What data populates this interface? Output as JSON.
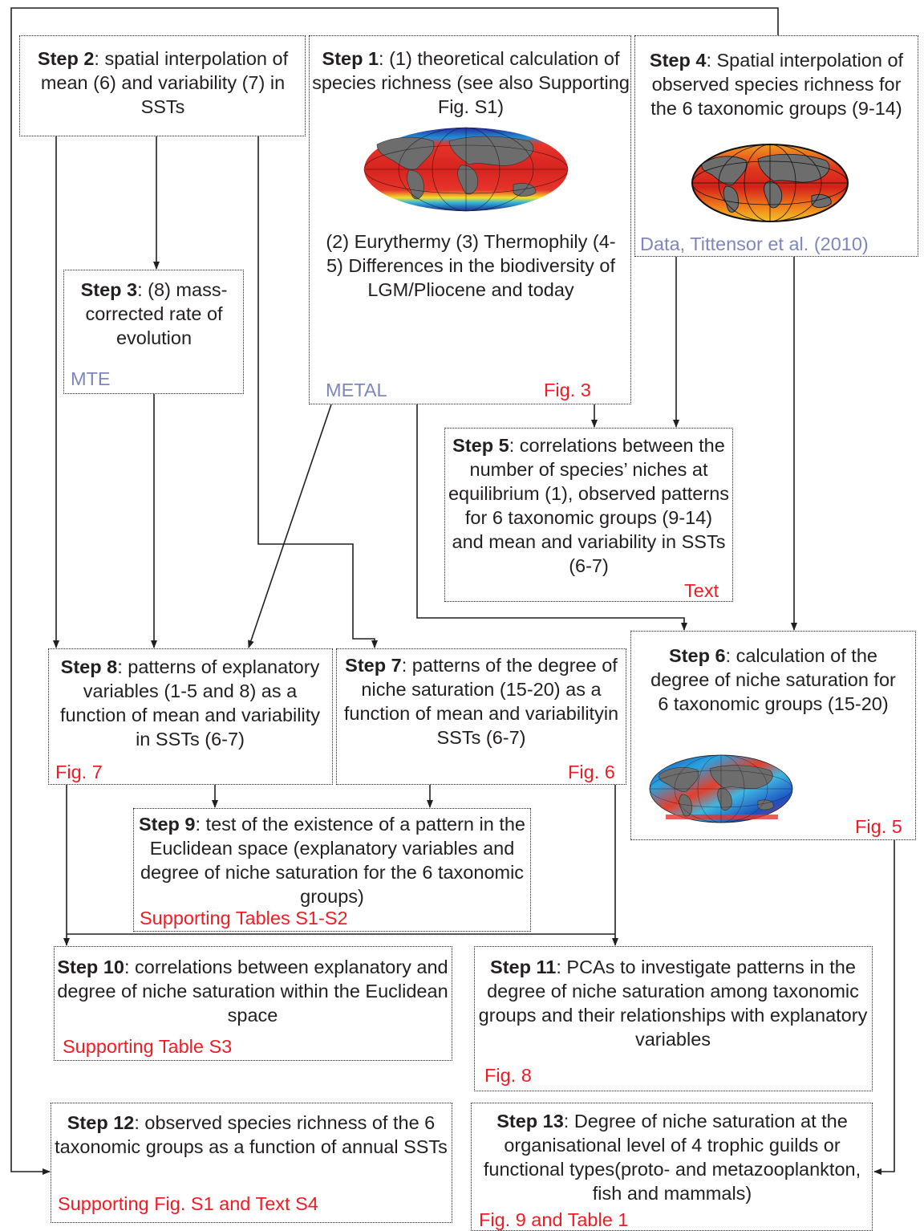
{
  "steps": {
    "s1": {
      "head": "Step 1",
      "body": ": (1) theoretical calculation of species richness (see also Supporting Fig. S1)",
      "body2": "(2) Eurythermy (3) Thermophily (4-5) Differences in the biodiversity of LGM/Pliocene and today",
      "src": "METAL",
      "fig": "Fig. 3"
    },
    "s2": {
      "head": "Step 2",
      "body": ": spatial interpolation of mean (6) and variability (7) in SSTs"
    },
    "s3": {
      "head": "Step 3",
      "body": ": (8) mass-corrected rate of evolution",
      "src": "MTE"
    },
    "s4": {
      "head": "Step 4",
      "body": ": Spatial interpolation of observed species richness for the 6 taxonomic groups (9-14)",
      "src": "Data, Tittensor et al. (2010)"
    },
    "s5": {
      "head": "Step 5",
      "body": ": correlations between the number of species’ niches at equilibrium (1), observed patterns for 6 taxonomic groups (9-14) and mean and variability in SSTs (6-7)",
      "fig": "Text"
    },
    "s6": {
      "head": "Step 6",
      "body": ": calculation of the degree of niche saturation for 6 taxonomic groups (15-20)",
      "fig": "Fig. 5"
    },
    "s7": {
      "head": "Step 7",
      "body": ": patterns of the degree of niche saturation (15-20) as a function of mean and variabilityin SSTs (6-7)",
      "fig": "Fig. 6"
    },
    "s8": {
      "head": "Step 8",
      "body": ": patterns of explanatory variables (1-5 and 8) as a function of mean and variability in SSTs (6-7)",
      "fig": "Fig. 7"
    },
    "s9": {
      "head": "Step 9",
      "body": ": test of the existence of a pattern in the Euclidean space (explanatory variables and degree of niche saturation for the 6 taxonomic groups)",
      "fig": "Supporting Tables S1-S2"
    },
    "s10": {
      "head": "Step 10",
      "body": ": correlations between explanatory and degree of niche saturation within the Euclidean space",
      "fig": "Supporting Table S3"
    },
    "s11": {
      "head": "Step 11",
      "body": ": PCAs to investigate patterns in the degree of niche saturation among taxonomic groups and their relationships with explanatory variables",
      "fig": "Fig. 8"
    },
    "s12": {
      "head": "Step 12",
      "body": ": observed species richness of the 6 taxonomic groups as a function of annual SSTs",
      "fig": "Supporting Fig. S1 and Text S4"
    },
    "s13": {
      "head": "Step 13",
      "body": ": Degree of niche saturation at the organisational level of 4 trophic guilds or functional types(proto- and metazooplankton, fish and mammals)",
      "fig": "Fig. 9 and Table 1"
    }
  },
  "colors": {
    "figure_ref": "#ee1c25",
    "source_ref": "#7d86bd",
    "line": "#231f20"
  },
  "icons": [
    "world-map-species-richness-icon",
    "world-map-observed-richness-icon",
    "world-map-niche-saturation-icon"
  ]
}
